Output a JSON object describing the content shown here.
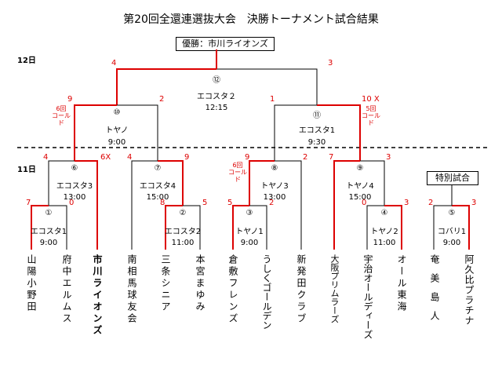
{
  "title": "第20回全還連選抜大会　決勝トーナメント試合結果",
  "winner": "優勝：市川ライオンズ",
  "special": "特別試合",
  "days": {
    "d12": "12日",
    "d11": "11日"
  },
  "matches": {
    "m1": {
      "num": "①",
      "venue": "エコスタ1",
      "time": "9:00"
    },
    "m2": {
      "num": "②",
      "venue": "エコスタ2",
      "time": "11:00"
    },
    "m3": {
      "num": "③",
      "venue": "トヤノ1",
      "time": "9:00"
    },
    "m4": {
      "num": "④",
      "venue": "トヤノ2",
      "time": "11:00"
    },
    "m5": {
      "num": "⑤",
      "venue": "コバリ1",
      "time": "9:00"
    },
    "m6": {
      "num": "⑥",
      "venue": "エコスタ3",
      "time": "13:00"
    },
    "m7": {
      "num": "⑦",
      "venue": "エコスタ4",
      "time": "15:00"
    },
    "m8": {
      "num": "⑧",
      "venue": "トヤノ3",
      "time": "13:00"
    },
    "m9": {
      "num": "⑨",
      "venue": "トヤノ4",
      "time": "15:00"
    },
    "m10": {
      "num": "⑩",
      "venue": "トヤノ",
      "time": "9:00"
    },
    "m11": {
      "num": "⑪",
      "venue": "エコスタ1",
      "time": "9:30"
    },
    "m12": {
      "num": "⑫",
      "venue": "エコスタ２",
      "time": "12:15"
    }
  },
  "scores": {
    "m1a": "7",
    "m1b": "0",
    "m2a": "8",
    "m2b": "5",
    "m3a": "5",
    "m3b": "2",
    "m4a": "0",
    "m4b": "3",
    "m5a": "2",
    "m5b": "3",
    "m6a": "4",
    "m6b": "6X",
    "m7a": "4",
    "m7b": "9",
    "m8a": "9",
    "m8b": "2",
    "m9a": "7",
    "m9b": "3",
    "m10a": "9",
    "m10b": "2",
    "m11a": "1",
    "m11b": "10 X",
    "m12a": "4",
    "m12b": "3"
  },
  "notes": {
    "called8": "6回\nコールド",
    "called10": "6回\nコールド",
    "called11": "5回\nコールド"
  },
  "teams": [
    "山陽小野田",
    "府中エルムス",
    "市川ライオンズ",
    "南相馬球友会",
    "三条シニア",
    "本宮まゆみ",
    "倉敷フレンズ",
    "うしくゴールデン",
    "新発田クラブ",
    "大阪プリムラーズ",
    "宇治オールディーズ",
    "オール東海",
    "奄美島人",
    "阿久比プラチナ"
  ],
  "colors": {
    "win_line": "#dd0000",
    "lose_line": "#000000",
    "score": "#dd0000"
  }
}
